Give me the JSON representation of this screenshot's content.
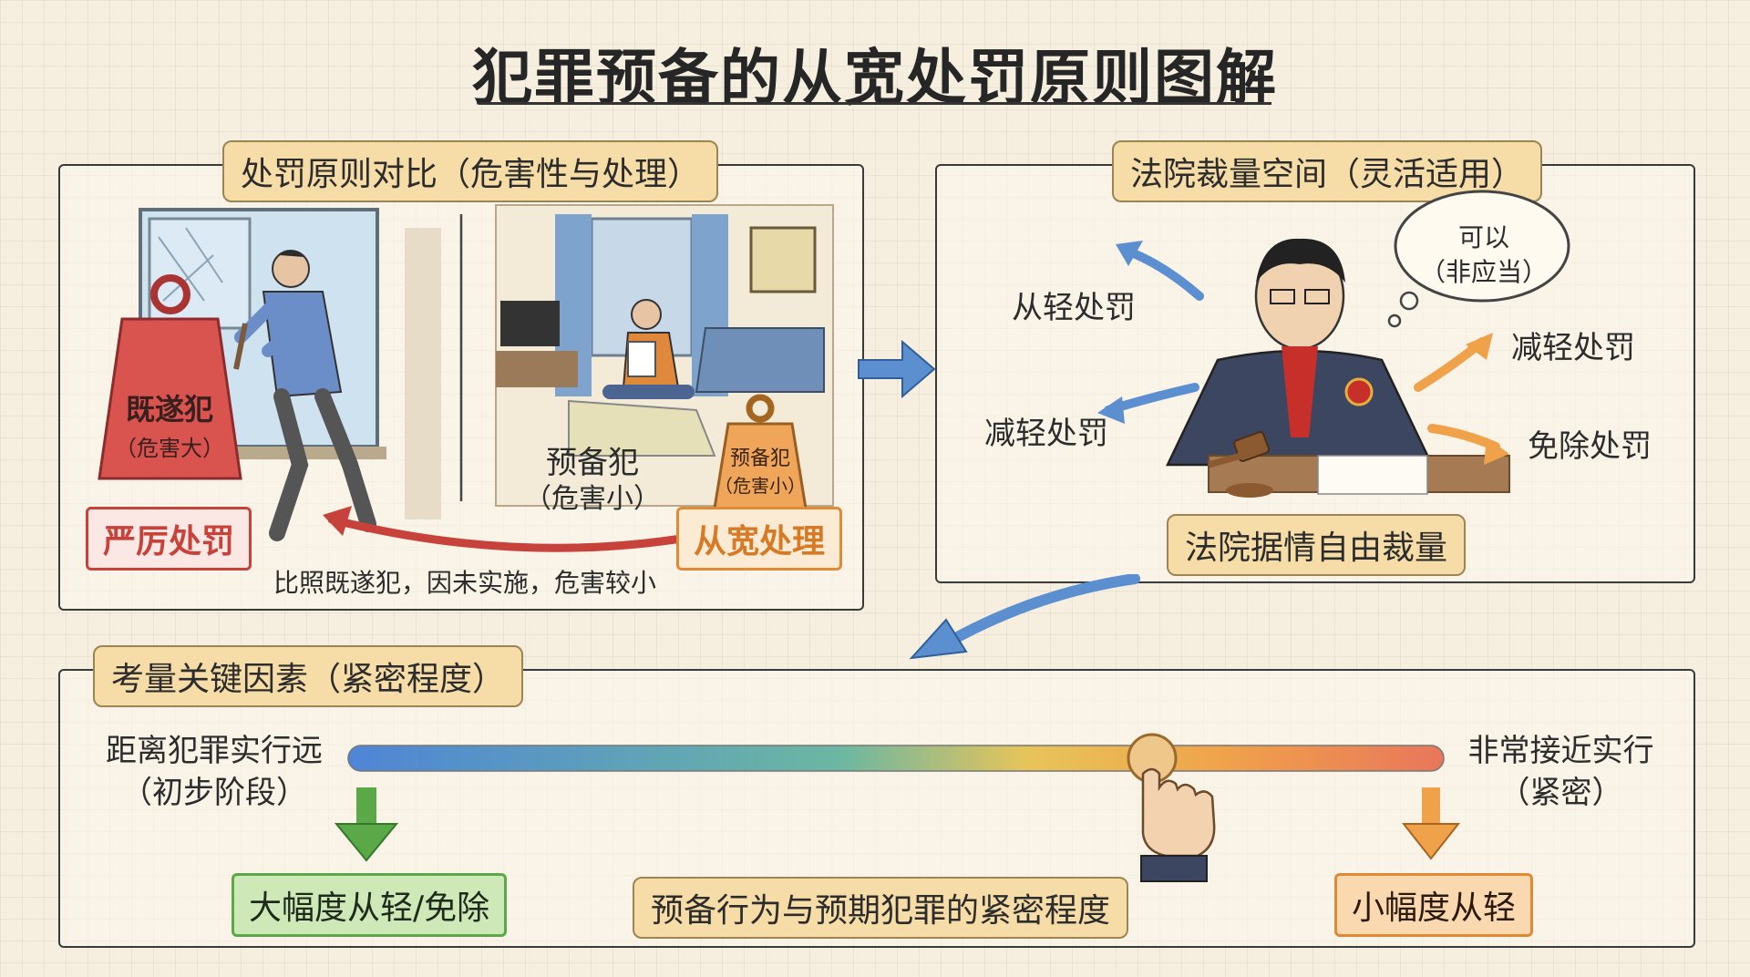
{
  "title": "犯罪预备的从宽处罚原则图解",
  "panel_compare": {
    "label": "处罚原则对比（危害性与处理）",
    "weight_big_line1": "既遂犯",
    "weight_big_line2": "（危害大）",
    "tag_strict": "严厉处罚",
    "prep_line1": "预备犯",
    "prep_line2": "（危害小）",
    "weight_small_line1": "预备犯",
    "weight_small_line2": "（危害小）",
    "tag_lenient": "从宽处理",
    "compare_note": "比照既遂犯，因未实施，危害较小"
  },
  "panel_court": {
    "label": "法院裁量空间（灵活适用）",
    "thought_line1": "可以",
    "thought_line2": "（非应当）",
    "opt_lighter": "从轻处罚",
    "opt_mitigate_left": "减轻处罚",
    "opt_mitigate_right": "减轻处罚",
    "opt_exempt": "免除处罚",
    "tag_discretion": "法院据情自由裁量"
  },
  "panel_factors": {
    "label": "考量关键因素（紧密程度）",
    "left_line1": "距离犯罪实行远",
    "left_line2": "（初步阶段）",
    "right_line1": "非常接近实行",
    "right_line2": "（紧密）",
    "tag_large": "大幅度从轻/免除",
    "tag_center": "预备行为与预期犯罪的紧密程度",
    "tag_small": "小幅度从轻"
  },
  "colors": {
    "strict_red": "#c8423c",
    "lenient_orange": "#e08a35",
    "green": "#5aa848",
    "arrow_blue": "#5b8fd0",
    "arrow_orange": "#f0a24a",
    "tag_yellow": "#f6dca6"
  }
}
